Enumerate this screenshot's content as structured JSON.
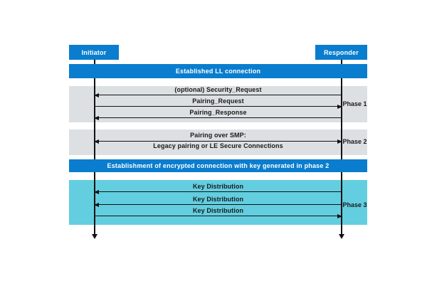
{
  "colors": {
    "blue": "#0a7dce",
    "gray": "#dce0e3",
    "cyan": "#63cee0",
    "arrow": "#121212"
  },
  "actors": {
    "initiator": "Initiator",
    "responder": "Responder"
  },
  "banners": {
    "ll_connection": "Established LL connection",
    "encrypted_connection": "Establishment of encrypted connection with key generated in phase 2"
  },
  "phases": [
    {
      "label": "Phase 1",
      "messages": [
        {
          "label": "(optional) Security_Request",
          "direction": "responder-to-initiator"
        },
        {
          "label": "Pairing_Request",
          "direction": "initiator-to-responder"
        },
        {
          "label": "Pairing_Response",
          "direction": "responder-to-initiator"
        }
      ]
    },
    {
      "label": "Phase 2",
      "messages": [
        {
          "label_line1": "Pairing over SMP:",
          "label_line2": "Legacy pairing or LE Secure Connections",
          "direction": "bidirectional"
        }
      ]
    },
    {
      "label": "Phase 3",
      "messages": [
        {
          "label": "Key Distribution",
          "direction": "responder-to-initiator"
        },
        {
          "label": "Key Distribution",
          "direction": "responder-to-initiator"
        },
        {
          "label": "Key Distribution",
          "direction": "initiator-to-responder"
        }
      ]
    }
  ]
}
